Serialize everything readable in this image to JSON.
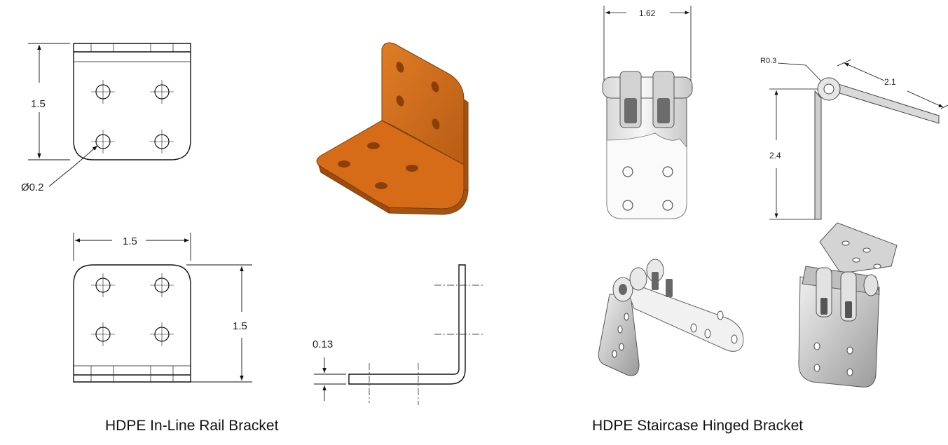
{
  "colors": {
    "line": "#111111",
    "bracket_orange": "#d9731f",
    "bracket_orange_dark": "#a8520f",
    "hinge_light": "#f2f2f2",
    "hinge_shade": "#b9b9b9",
    "hinge_dark": "#7a7a7a"
  },
  "inline_bracket": {
    "caption": "HDPE In-Line Rail Bracket",
    "front_view": {
      "height_dim": "1.5",
      "hole_dim": "Ø0.2"
    },
    "top_view": {
      "width_dim": "1.5",
      "height_dim": "1.5"
    },
    "side_view": {
      "thickness_dim": "0.13"
    }
  },
  "hinged_bracket": {
    "caption": "HDPE Staircase Hinged Bracket",
    "front_view": {
      "width_dim": "1.62"
    },
    "side_view": {
      "radius_dim": "R0.3",
      "arm_dim": "2.1",
      "height_dim": "2.4"
    }
  }
}
